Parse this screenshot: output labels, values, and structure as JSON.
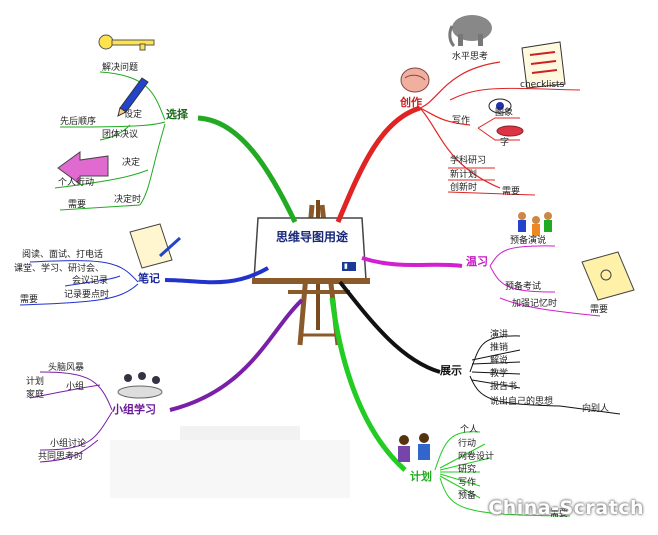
{
  "center": {
    "title": "思维导图用途"
  },
  "branches": {
    "chuangzuo": {
      "title": "创作",
      "color": "#e02424",
      "items": [
        "水平思考",
        "checklists",
        "写作",
        "图象",
        "字",
        "学科研习",
        "新计划",
        "创新时",
        "需要"
      ]
    },
    "wenxi": {
      "title": "温习",
      "color": "#d21fd0",
      "items": [
        "预备演说",
        "预备考试",
        "加强记忆时",
        "需要"
      ]
    },
    "zhanshi": {
      "title": "展示",
      "color": "#111111",
      "items": [
        "演讲",
        "推销",
        "解说",
        "教学",
        "报告书",
        "说出自己的思想",
        "向别人"
      ]
    },
    "jihua": {
      "title": "计划",
      "color": "#22cc22",
      "items": [
        "个人",
        "行动",
        "网卷设计",
        "研究",
        "写作",
        "预备",
        "需要"
      ]
    },
    "xiaozu": {
      "title": "小组学习",
      "color": "#7a1fa8",
      "items": [
        "头脑风暴",
        "计划",
        "家庭",
        "小组",
        "小组讨论",
        "共同思考时"
      ]
    },
    "biji": {
      "title": "笔记",
      "color": "#2233cc",
      "items": [
        "阅读、面试、打电话",
        "课堂、学习、研讨会、",
        "会议记录",
        "需要",
        "记录要点时"
      ]
    },
    "xuanze": {
      "title": "选择",
      "color": "#22aa22",
      "items": [
        "解决问题",
        "设定",
        "先后顺序",
        "团体决议",
        "决定",
        "个人行动",
        "需要",
        "决定时"
      ]
    }
  },
  "watermark": "China-Scratch",
  "icons": [
    "key-icon",
    "pencil-icon",
    "arrow-icon",
    "elephant-icon",
    "checklist-icon",
    "brain-icon",
    "eye-icon",
    "lips-icon",
    "letter-pen-icon",
    "people-meeting-icon",
    "people-group-icon",
    "presenters-icon",
    "notes-icon",
    "easel-icon"
  ]
}
